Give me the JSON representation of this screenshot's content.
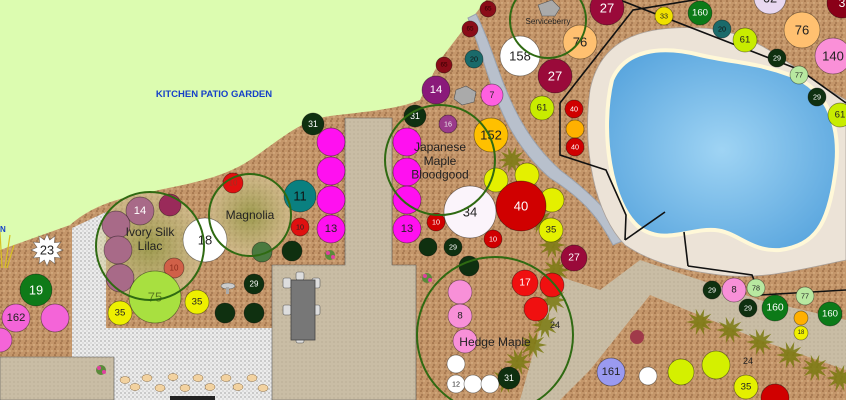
{
  "garden_title": "KITCHEN PATIO GARDEN",
  "edge_text": "N",
  "colors": {
    "lawn": "#dcfcb0",
    "mulch": "#c4966a",
    "patio": "#c9bda5",
    "deck": "#ece3d7",
    "pool": "#7fbfe6",
    "gravel": "#e9e9e9",
    "creek": "#b8c0cc",
    "tree_ring": "#2f6a12",
    "fence": "#111111",
    "title": "#1540c8"
  },
  "trees": [
    {
      "label_lines": [
        "Ivory Silk",
        "Lilac"
      ]
    },
    {
      "label_lines": [
        "Magnolia"
      ]
    },
    {
      "label_lines": [
        "Japanese",
        "Maple",
        "Bloodgood"
      ]
    },
    {
      "label_lines": [
        "Hedge Maple"
      ]
    },
    {
      "label_lines": [
        "Serviceberry"
      ]
    }
  ],
  "plants": [
    {
      "label": "23",
      "color": "#ffffff",
      "text": "#222"
    },
    {
      "label": "19",
      "color": "#0f7a18",
      "text": "#fff"
    },
    {
      "label": "162",
      "color": "#f464d8",
      "text": "#222"
    },
    {
      "label": "",
      "color": "#f464d8",
      "text": "#222"
    },
    {
      "label": "",
      "color": "#f464d8",
      "text": "#222"
    },
    {
      "label": "",
      "color": "#9a2a5a",
      "text": "#fff"
    },
    {
      "label": "14",
      "color": "#a86a88",
      "text": "#fff"
    },
    {
      "label": "",
      "color": "#a86a88",
      "text": "#fff"
    },
    {
      "label": "",
      "color": "#a86a88",
      "text": "#fff"
    },
    {
      "label": "",
      "color": "#a86a88",
      "text": "#fff"
    },
    {
      "label": "10",
      "color": "#d06048",
      "text": "#8a2a1a"
    },
    {
      "label": "75",
      "color": "#a8e040",
      "text": "#5a7a20"
    },
    {
      "label": "35",
      "color": "#eef000",
      "text": "#222"
    },
    {
      "label": "35",
      "color": "#eef000",
      "text": "#222"
    },
    {
      "label": "18",
      "color": "#ffffff",
      "text": "#222"
    },
    {
      "label": "10",
      "color": "#e01010",
      "text": "#a03020"
    },
    {
      "label": "11",
      "color": "#0a8080",
      "text": "#111"
    },
    {
      "label": "10",
      "color": "#e01010",
      "text": "#222"
    },
    {
      "label": "13",
      "color": "#ff10f0",
      "text": "#222"
    },
    {
      "label": "",
      "color": "#ff10f0",
      "text": "#222"
    },
    {
      "label": "",
      "color": "#ff10f0",
      "text": "#222"
    },
    {
      "label": "",
      "color": "#ff10f0",
      "text": "#222"
    },
    {
      "label": "31",
      "color": "#0f3010",
      "text": "#fff"
    },
    {
      "label": "",
      "color": "#0f3010",
      "text": "#fff"
    },
    {
      "label": "29",
      "color": "#0f3010",
      "text": "#fff"
    },
    {
      "label": "",
      "color": "#0f3010",
      "text": "#fff"
    },
    {
      "label": "",
      "color": "#0f3010",
      "text": "#fff"
    },
    {
      "label": "",
      "color": "#4a7a40",
      "text": "#fff"
    },
    {
      "label": "31",
      "color": "#0f3010",
      "text": "#fff"
    },
    {
      "label": "",
      "color": "#ff10f0",
      "text": "#222"
    },
    {
      "label": "",
      "color": "#ff10f0",
      "text": "#222"
    },
    {
      "label": "",
      "color": "#ff10f0",
      "text": "#222"
    },
    {
      "label": "13",
      "color": "#ff10f0",
      "text": "#222"
    },
    {
      "label": "16",
      "color": "#9a3a8a",
      "text": "#eee"
    },
    {
      "label": "14",
      "color": "#8a1a7a",
      "text": "#fff"
    },
    {
      "label": "65",
      "color": "#8a0c18",
      "text": "#300"
    },
    {
      "label": "65",
      "color": "#8a0c18",
      "text": "#300"
    },
    {
      "label": "65",
      "color": "#8a0c18",
      "text": "#300"
    },
    {
      "label": "20",
      "color": "#1a6a6a",
      "text": "#111"
    },
    {
      "label": "7",
      "color": "#ff60e0",
      "text": "#222"
    },
    {
      "label": "152",
      "color": "#ffc000",
      "text": "#222"
    },
    {
      "label": "",
      "color": "#e4f000",
      "text": "#222"
    },
    {
      "label": "",
      "color": "#e4f000",
      "text": "#222"
    },
    {
      "label": "",
      "color": "#e4f000",
      "text": "#222"
    },
    {
      "label": "34",
      "color": "#fbf4fb",
      "text": "#222"
    },
    {
      "label": "40",
      "color": "#d00000",
      "text": "#fff"
    },
    {
      "label": "35",
      "color": "#e4f000",
      "text": "#222"
    },
    {
      "label": "10",
      "color": "#d00000",
      "text": "#fff"
    },
    {
      "label": "10",
      "color": "#d00000",
      "text": "#fff"
    },
    {
      "label": "",
      "color": "#0f3010",
      "text": "#fff"
    },
    {
      "label": "29",
      "color": "#0f3010",
      "text": "#fff"
    },
    {
      "label": "",
      "color": "#0f3010",
      "text": "#fff"
    },
    {
      "label": "27",
      "color": "#9a0a3a",
      "text": "#fff"
    },
    {
      "label": "17",
      "color": "#f01010",
      "text": "#fff"
    },
    {
      "label": "",
      "color": "#f01010",
      "text": "#fff"
    },
    {
      "label": "",
      "color": "#f01010",
      "text": "#fff"
    },
    {
      "label": "",
      "color": "#f890d8",
      "text": "#222"
    },
    {
      "label": "8",
      "color": "#f890d8",
      "text": "#222"
    },
    {
      "label": "",
      "color": "#f890d8",
      "text": "#222"
    },
    {
      "label": "",
      "color": "#ffffff",
      "text": "#222"
    },
    {
      "label": "12",
      "color": "#ffffff",
      "text": "#222"
    },
    {
      "label": "",
      "color": "#ffffff",
      "text": "#222"
    },
    {
      "label": "",
      "color": "#ffffff",
      "text": "#222"
    },
    {
      "label": "31",
      "color": "#0f3010",
      "text": "#fff"
    },
    {
      "label": "158",
      "color": "#ffffff",
      "text": "#222"
    },
    {
      "label": "76",
      "color": "#ffc070",
      "text": "#222"
    },
    {
      "label": "27",
      "color": "#9a0a3a",
      "text": "#fff"
    },
    {
      "label": "27",
      "color": "#9a0a3a",
      "text": "#fff"
    },
    {
      "label": "61",
      "color": "#c8ec00",
      "text": "#222"
    },
    {
      "label": "40",
      "color": "#d00000",
      "text": "#fff"
    },
    {
      "label": "",
      "color": "#ffb000",
      "text": "#222"
    },
    {
      "label": "40",
      "color": "#d00000",
      "text": "#fff"
    },
    {
      "label": "33",
      "color": "#f0e000",
      "text": "#222"
    },
    {
      "label": "160",
      "color": "#0c7a18",
      "text": "#fff"
    },
    {
      "label": "20",
      "color": "#1a6a6a",
      "text": "#111"
    },
    {
      "label": "61",
      "color": "#c8ec00",
      "text": "#222"
    },
    {
      "label": "29",
      "color": "#0f3010",
      "text": "#fff"
    },
    {
      "label": "77",
      "color": "#b8e8a0",
      "text": "#222"
    },
    {
      "label": "29",
      "color": "#0f3010",
      "text": "#fff"
    },
    {
      "label": "61",
      "color": "#c8ec00",
      "text": "#222"
    },
    {
      "label": "62",
      "color": "#e8d8f0",
      "text": "#222"
    },
    {
      "label": "3",
      "color": "#8a0018",
      "text": "#fff"
    },
    {
      "label": "76",
      "color": "#ffc070",
      "text": "#222"
    },
    {
      "label": "140",
      "color": "#fa90d8",
      "text": "#222"
    },
    {
      "label": "29",
      "color": "#0f3010",
      "text": "#fff"
    },
    {
      "label": "8",
      "color": "#f890d8",
      "text": "#222"
    },
    {
      "label": "78",
      "color": "#b8e8a0",
      "text": "#222"
    },
    {
      "label": "29",
      "color": "#0f3010",
      "text": "#fff"
    },
    {
      "label": "160",
      "color": "#0c7a18",
      "text": "#fff"
    },
    {
      "label": "77",
      "color": "#b8e8a0",
      "text": "#222"
    },
    {
      "label": "",
      "color": "#ffb000",
      "text": "#222"
    },
    {
      "label": "18",
      "color": "#f0f000",
      "text": "#222"
    },
    {
      "label": "160",
      "color": "#0c7a18",
      "text": "#fff"
    },
    {
      "label": "161",
      "color": "#9a9af0",
      "text": "#222"
    },
    {
      "label": "",
      "color": "#ffffff",
      "text": "#222"
    },
    {
      "label": "",
      "color": "#d4f000",
      "text": "#222"
    },
    {
      "label": "",
      "color": "#d4f000",
      "text": "#222"
    },
    {
      "label": "35",
      "color": "#e4f000",
      "text": "#222"
    },
    {
      "label": "",
      "color": "#d00000",
      "text": "#fff"
    }
  ],
  "grass_labels": [
    "24",
    "24"
  ]
}
